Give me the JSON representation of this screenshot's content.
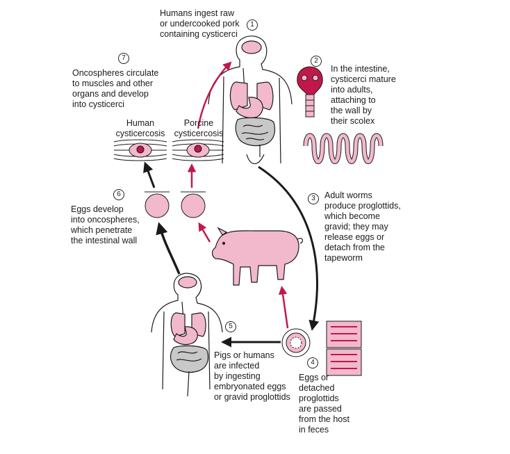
{
  "steps": [
    {
      "num": "1",
      "text": "Humans ingest raw\nor undercooked pork\ncontaining cysticerci"
    },
    {
      "num": "2",
      "text": "In the intestine,\ncysticerci mature\ninto adults,\nattaching to\nthe wall by\ntheir scolex"
    },
    {
      "num": "3",
      "text": "Adult worms\nproduce proglottids,\nwhich become\ngravid; they may\nrelease eggs or\ndetach from the\ntapeworm"
    },
    {
      "num": "4",
      "text": "Eggs or\ndetached\nproglottids\nare passed\nfrom the host\nin feces"
    },
    {
      "num": "5",
      "text": "Pigs or humans\nare infected\nby ingesting\nembryonated eggs\nor gravid proglottids"
    },
    {
      "num": "6",
      "text": "Eggs develop\ninto oncospheres,\nwhich penetrate\nthe intestinal wall"
    },
    {
      "num": "7",
      "text": "Oncospheres circulate\nto muscles and other\norgans and develop\ninto cysticerci"
    }
  ],
  "labels": {
    "human_cysticercosis": "Human\ncysticercosis",
    "porcine_cysticercosis": "Porcine\ncysticercosis"
  },
  "colors": {
    "pink": "#f2b8cc",
    "red": "#c0184a",
    "dark": "#1a1a1a",
    "gray": "#c8c8c8"
  }
}
